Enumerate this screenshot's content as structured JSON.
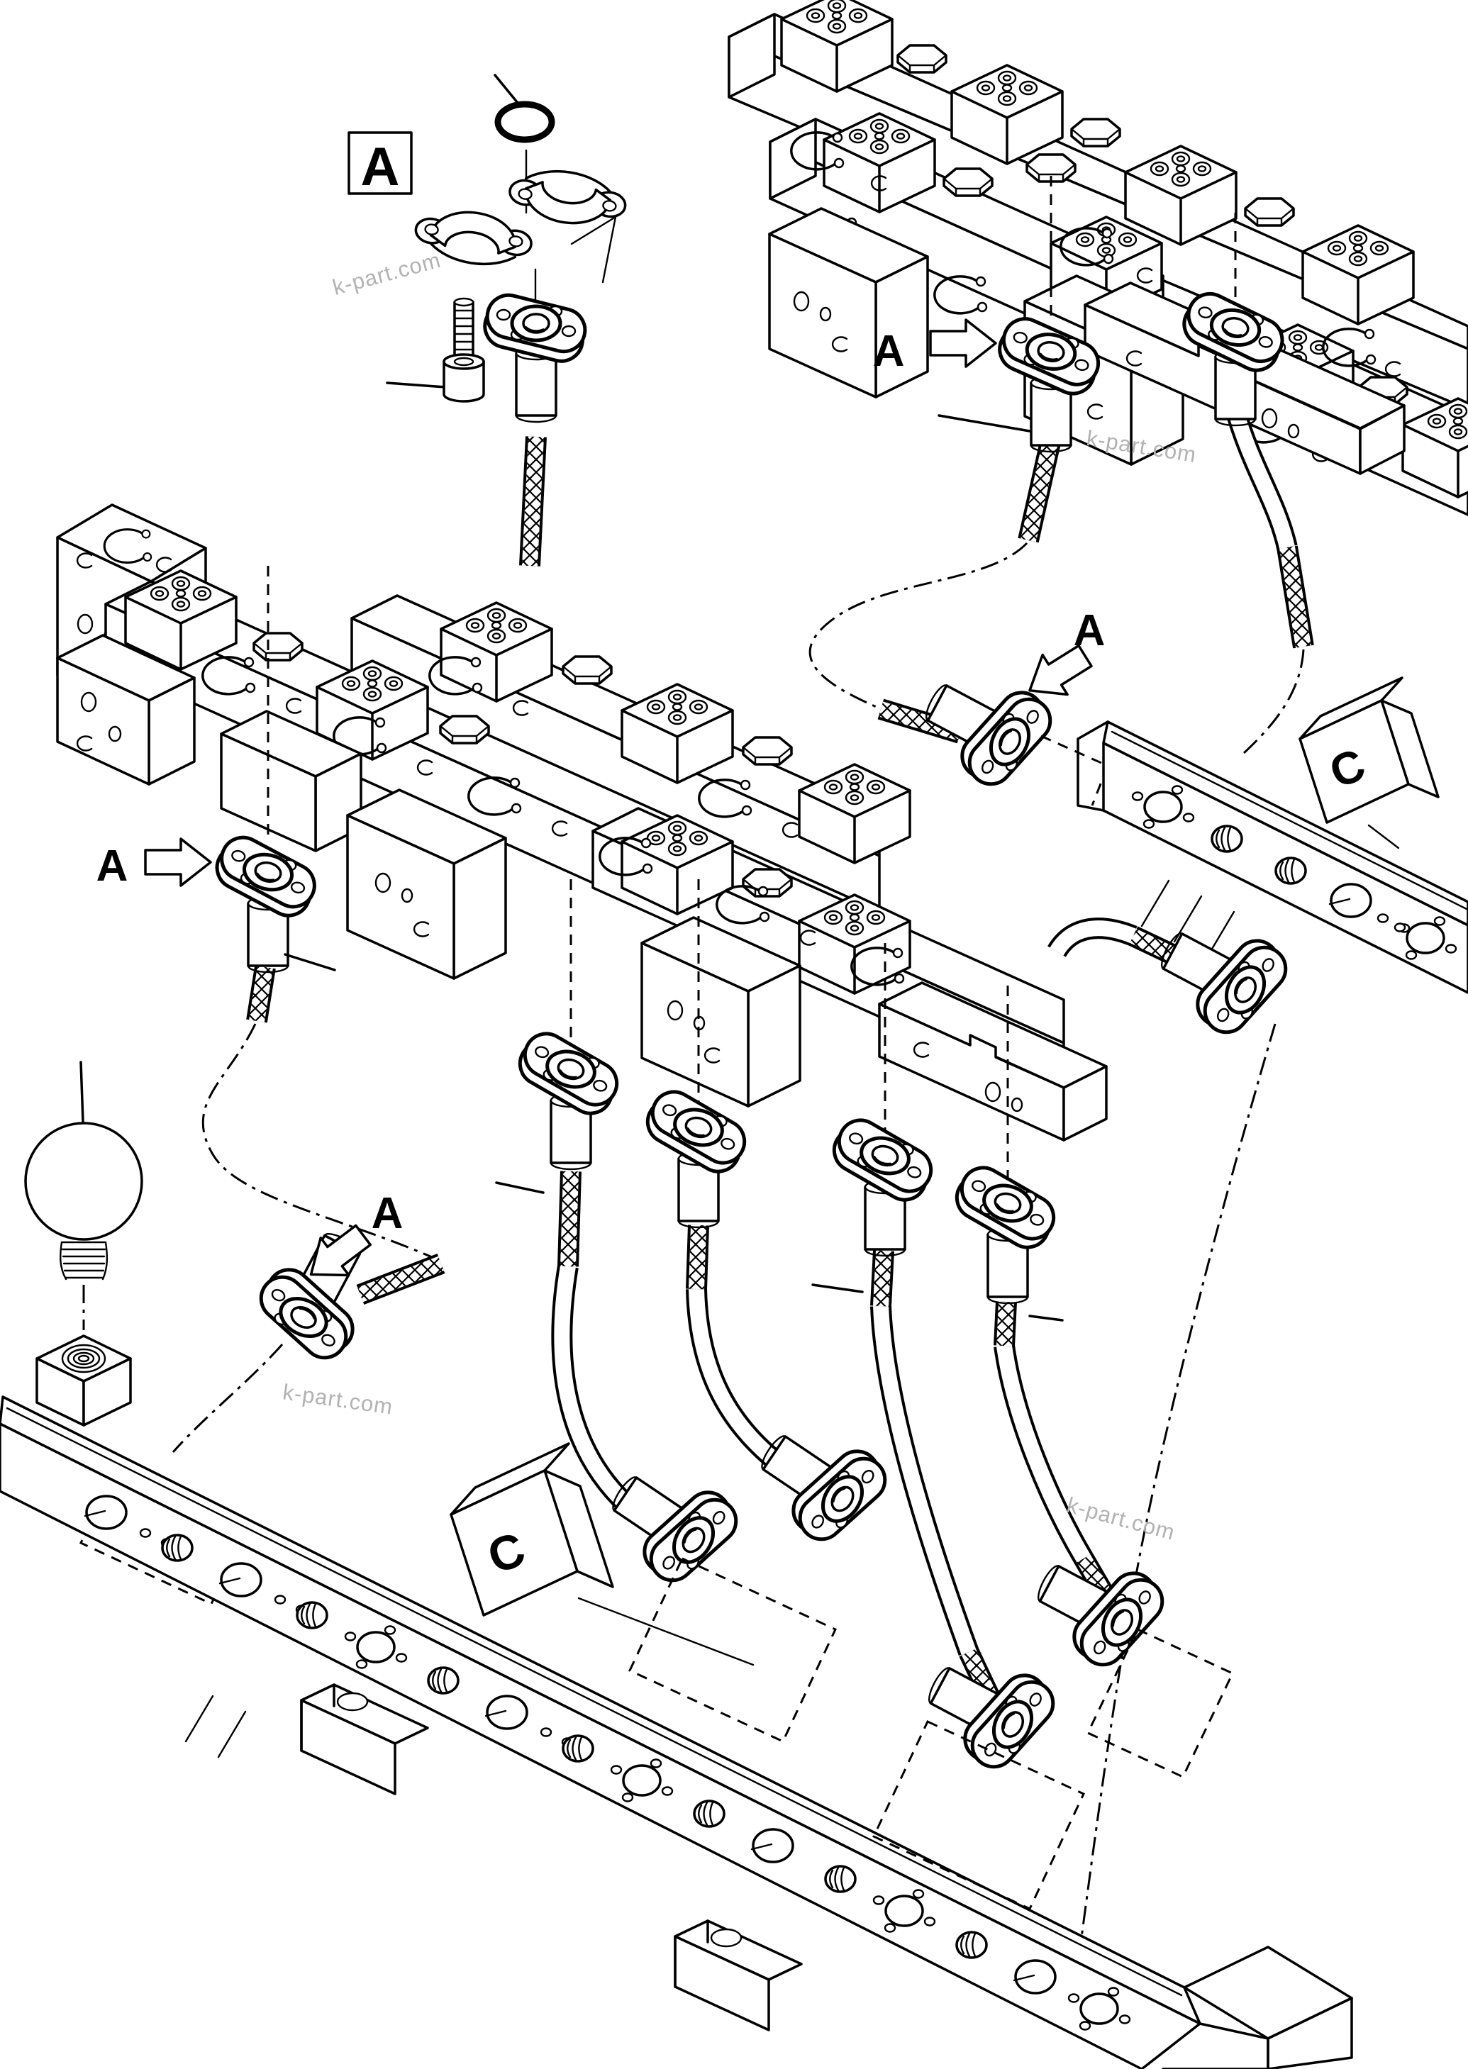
{
  "page": {
    "background_color": "#ffffff",
    "line_color": "#000000",
    "watermark_color": "#b2b2b2",
    "kind": "exploded hydraulic manifold hose parts diagram"
  },
  "labels": {
    "detail_box": "A",
    "arrow_1": "A",
    "arrow_2": "A",
    "arrow_3": "A",
    "arrow_4": "A",
    "c_right": "C",
    "c_bottom": "C"
  },
  "watermarks": {
    "w1": "k-part.com",
    "w2": "k-part.com",
    "w3": "k-part.com",
    "w4": "k-part.com"
  }
}
